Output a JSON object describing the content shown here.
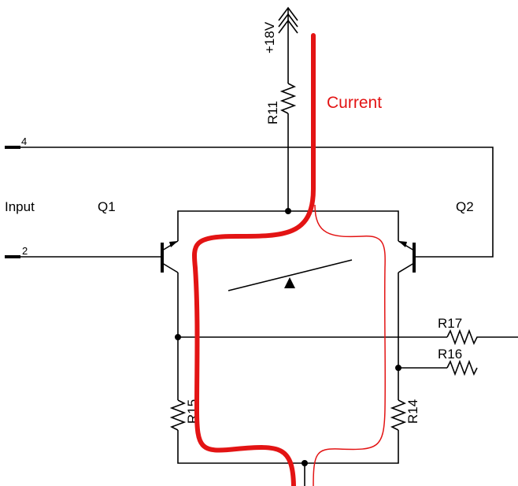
{
  "labels": {
    "supply": "+18V",
    "r11": "R11",
    "current": "Current",
    "input": "Input",
    "pin_top": "4",
    "pin_bottom": "2",
    "q1": "Q1",
    "q2": "Q2",
    "r17": "R17",
    "r16": "R16",
    "r15": "R15",
    "r14": "R14"
  },
  "colors": {
    "wire": "#000000",
    "current_path": "#e31414"
  }
}
